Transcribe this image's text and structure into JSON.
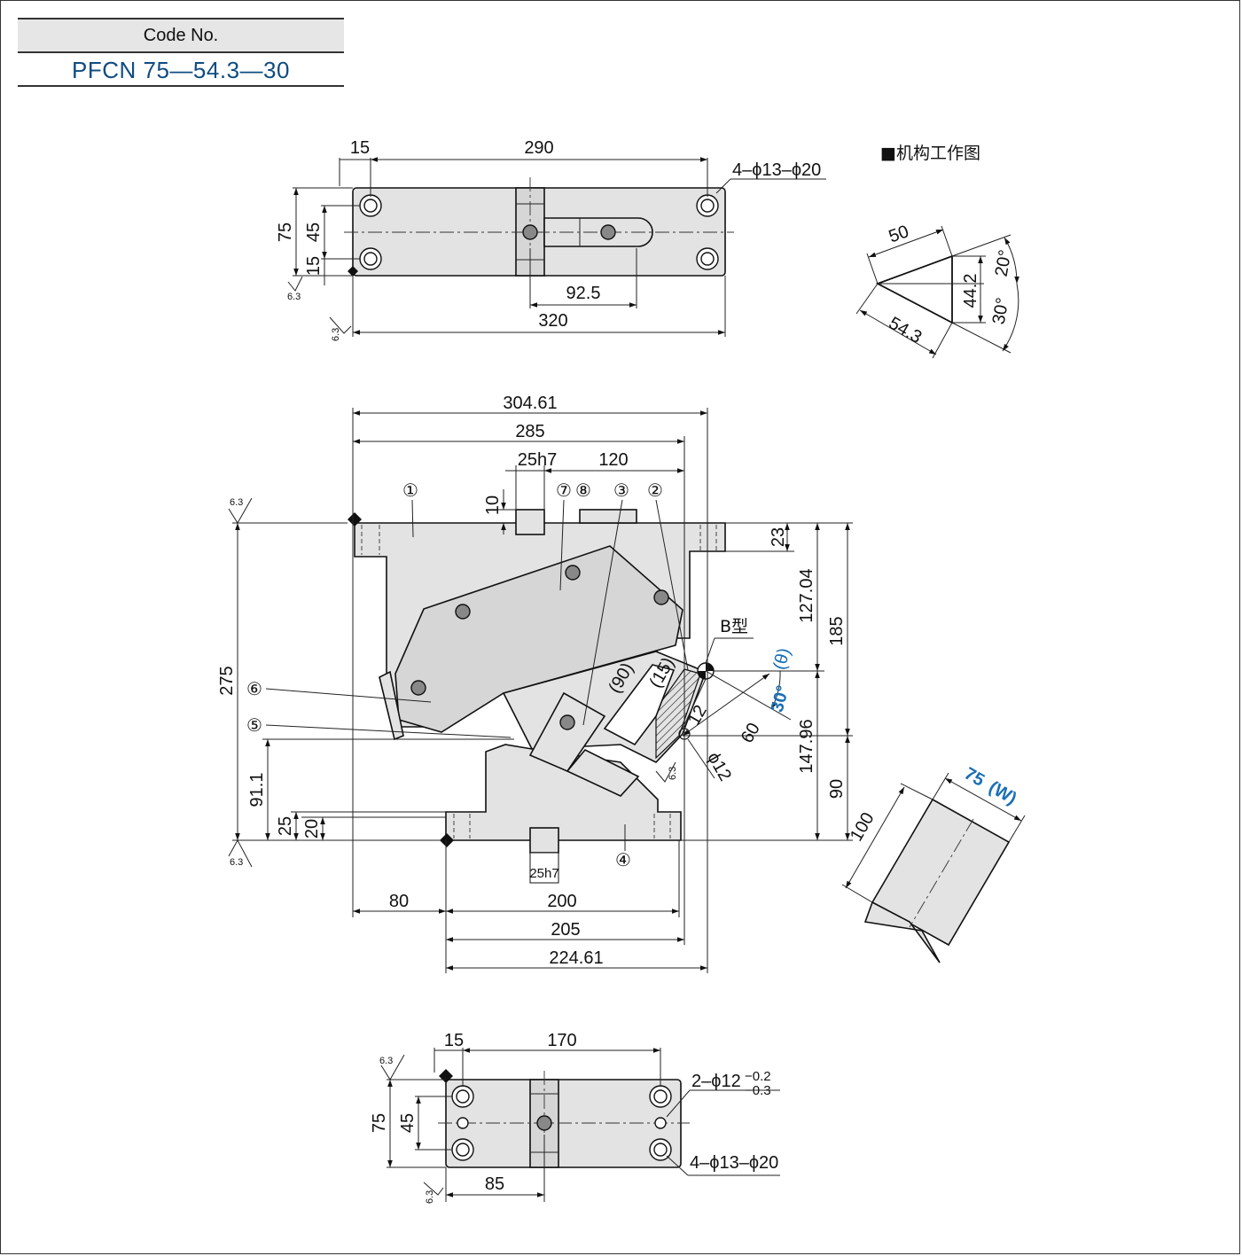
{
  "code_label": "Code No.",
  "code_value": "PFCN 75—54.3—30",
  "top_view": {
    "d_15": "15",
    "d_290": "290",
    "hole_note": "4–ϕ13–ϕ20",
    "d_75": "75",
    "d_45": "45",
    "d_15v": "15",
    "d_92_5": "92.5",
    "d_320": "320",
    "rough": "6.3"
  },
  "mechanism": {
    "title": "■机构工作图",
    "d_50": "50",
    "d_54_3": "54.3",
    "d_44_2": "44.2",
    "a_20": "20°",
    "a_30": "30°"
  },
  "front_view": {
    "d_304_61": "304.61",
    "d_285": "285",
    "d_25h7": "25h7",
    "d_120": "120",
    "d_10": "10",
    "d_23": "23",
    "d_127_04": "127.04",
    "d_185": "185",
    "b_type": "B型",
    "angle": "30°",
    "theta": "(θ)",
    "d_90p": "(90)",
    "d_15p": "(15)",
    "d_12": "12",
    "d_60": "60",
    "d_phi12": "ϕ12",
    "d_147_96": "147.96",
    "d_90": "90",
    "d_275": "275",
    "d_91_1": "91.1",
    "d_25": "25",
    "d_20": "20",
    "d_25h7b": "25h7",
    "d_80": "80",
    "d_200": "200",
    "d_205": "205",
    "d_224_61": "224.61",
    "balloons": [
      "①",
      "⑦",
      "⑧",
      "③",
      "②",
      "⑥",
      "⑤",
      "④"
    ]
  },
  "width_view": {
    "d_100": "100",
    "d_75w": "75",
    "w_label": "(W)"
  },
  "bottom_view": {
    "d_15": "15",
    "d_170": "170",
    "note_2": "2–ϕ12",
    "tol_up": "−0.2",
    "tol_dn": "−0.3",
    "d_75": "75",
    "d_45": "45",
    "note_4": "4–ϕ13–ϕ20",
    "d_85": "85"
  }
}
